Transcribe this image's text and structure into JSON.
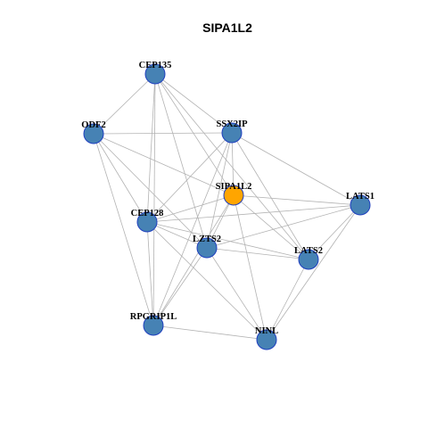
{
  "title": "SIPA1L2",
  "colors": {
    "node_fill": "#4682b4",
    "focus_fill": "#ffa500",
    "node_stroke": "#1f3fbf",
    "edge": "#b3b3b3"
  },
  "nodes": [
    {
      "id": "CEP135",
      "label": "CEP135",
      "focus": false
    },
    {
      "id": "ODF2",
      "label": "ODF2",
      "focus": false
    },
    {
      "id": "SSX2IP",
      "label": "SSX2IP",
      "focus": false
    },
    {
      "id": "SIPA1L2",
      "label": "SIPA1L2",
      "focus": true
    },
    {
      "id": "LATS1",
      "label": "LATS1",
      "focus": false
    },
    {
      "id": "CEP128",
      "label": "CEP128",
      "focus": false
    },
    {
      "id": "LZTS2",
      "label": "LZTS2",
      "focus": false
    },
    {
      "id": "LATS2",
      "label": "LATS2",
      "focus": false
    },
    {
      "id": "RPGRIP1L",
      "label": "RPGRIP1L",
      "focus": false
    },
    {
      "id": "NINL",
      "label": "NINL",
      "focus": false
    }
  ],
  "edges": [
    [
      "CEP135",
      "SSX2IP"
    ],
    [
      "CEP135",
      "ODF2"
    ],
    [
      "CEP135",
      "CEP128"
    ],
    [
      "CEP135",
      "LZTS2"
    ],
    [
      "CEP135",
      "RPGRIP1L"
    ],
    [
      "CEP135",
      "LATS2"
    ],
    [
      "CEP135",
      "SIPA1L2"
    ],
    [
      "ODF2",
      "SSX2IP"
    ],
    [
      "ODF2",
      "CEP128"
    ],
    [
      "ODF2",
      "SIPA1L2"
    ],
    [
      "ODF2",
      "RPGRIP1L"
    ],
    [
      "ODF2",
      "LZTS2"
    ],
    [
      "SSX2IP",
      "CEP128"
    ],
    [
      "SSX2IP",
      "SIPA1L2"
    ],
    [
      "SSX2IP",
      "LZTS2"
    ],
    [
      "SSX2IP",
      "LATS1"
    ],
    [
      "SSX2IP",
      "LATS2"
    ],
    [
      "SSX2IP",
      "RPGRIP1L"
    ],
    [
      "SIPA1L2",
      "CEP128"
    ],
    [
      "SIPA1L2",
      "LZTS2"
    ],
    [
      "SIPA1L2",
      "LATS1"
    ],
    [
      "SIPA1L2",
      "LATS2"
    ],
    [
      "SIPA1L2",
      "NINL"
    ],
    [
      "SIPA1L2",
      "RPGRIP1L"
    ],
    [
      "LATS1",
      "LZTS2"
    ],
    [
      "LATS1",
      "LATS2"
    ],
    [
      "LATS1",
      "NINL"
    ],
    [
      "LATS1",
      "CEP128"
    ],
    [
      "CEP128",
      "LZTS2"
    ],
    [
      "CEP128",
      "LATS2"
    ],
    [
      "CEP128",
      "NINL"
    ],
    [
      "CEP128",
      "RPGRIP1L"
    ],
    [
      "LZTS2",
      "LATS2"
    ],
    [
      "LZTS2",
      "NINL"
    ],
    [
      "LZTS2",
      "RPGRIP1L"
    ],
    [
      "LATS2",
      "NINL"
    ],
    [
      "RPGRIP1L",
      "NINL"
    ]
  ]
}
